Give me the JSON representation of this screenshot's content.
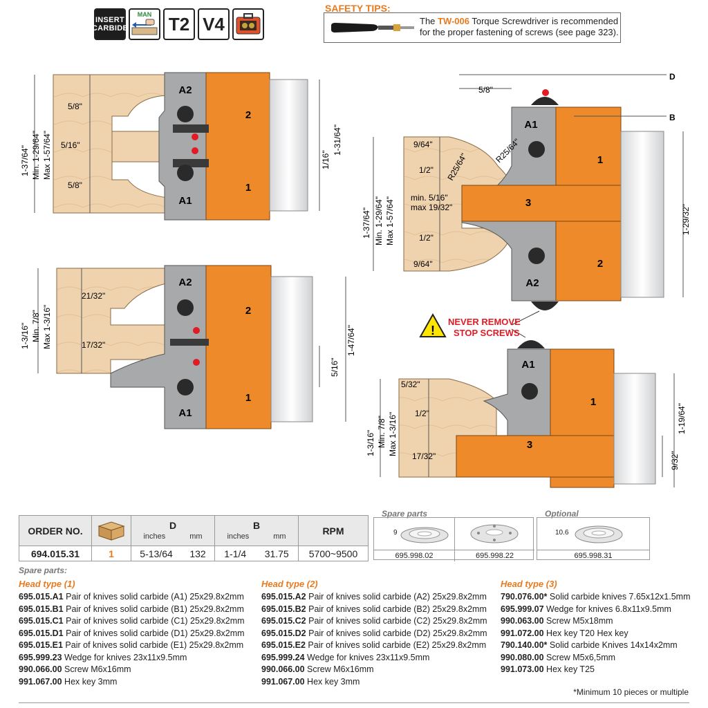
{
  "badges": {
    "insert_line1": "INSERT",
    "insert_line2": "CARBIDE",
    "man": "MAN",
    "t2": "T2",
    "v4": "V4"
  },
  "safety": {
    "title": "SAFETY TIPS:",
    "text_pre": "The ",
    "text_highlight": "TW-006",
    "text_post": " Torque Screwdriver is recommended for the proper fastening of screws (see page 323)."
  },
  "warning": {
    "line1": "NEVER REMOVE",
    "line2": "STOP SCREWS"
  },
  "diagram1": {
    "labels": [
      "A2",
      "2",
      "1",
      "A1"
    ],
    "dims": [
      "5/8\"",
      "5/16\"",
      "5/8\"",
      "1-37/64\"",
      "Min. 1-29/64\"",
      "Max 1-57/64\"",
      "1-31/64\"",
      "1/16\""
    ]
  },
  "diagram2": {
    "labels": [
      "A2",
      "2",
      "1",
      "A1"
    ],
    "dims": [
      "21/32\"",
      "17/32\"",
      "1-3/16\"",
      "Min. 7/8\"",
      "Max 1-3/16\"",
      "1-47/64\"",
      "5/16\""
    ]
  },
  "diagram3": {
    "labels": [
      "A1",
      "1",
      "3",
      "2",
      "A2"
    ],
    "dims": [
      "D",
      "5/8\"",
      "B",
      "9/64\"",
      "R25/64\"",
      "R25/64\"",
      "1/2\"",
      "min. 5/16\"",
      "max 19/32\"",
      "1/2\"",
      "9/64\"",
      "1-37/64\"",
      "Min. 1-29/64\"",
      "Max 1-57/64\"",
      "1-29/32\""
    ]
  },
  "diagram4": {
    "labels": [
      "A1",
      "1",
      "3"
    ],
    "dims": [
      "5/32\"",
      "1/2\"",
      "17/32\"",
      "1-3/16\"",
      "Min. 7/8\"",
      "Max 1-3/16\"",
      "1-19/64\"",
      "9/32\""
    ]
  },
  "order_table": {
    "header_order": "ORDER NO.",
    "header_d": "D",
    "header_b": "B",
    "header_rpm": "RPM",
    "unit_inches": "inches",
    "unit_mm": "mm",
    "row": {
      "order_no": "694.015.31",
      "qty": "1",
      "d_in": "5-13/64",
      "d_mm": "132",
      "b_in": "1-1/4",
      "b_mm": "31.75",
      "rpm": "5700~9500"
    }
  },
  "spare_boxes": {
    "spare_title": "Spare parts",
    "optional_title": "Optional",
    "p1_dim": "9",
    "p1_code": "695.998.02",
    "p2_code": "695.998.22",
    "p3_dim": "10.6",
    "p3_code": "695.998.31"
  },
  "spare_parts_label": "Spare parts:",
  "head1": {
    "title": "Head type (1)",
    "items": [
      {
        "code": "695.015.A1",
        "desc": "Pair of knives solid carbide (A1) 25x29.8x2mm"
      },
      {
        "code": "695.015.B1",
        "desc": "Pair of knives solid carbide (B1) 25x29.8x2mm"
      },
      {
        "code": "695.015.C1",
        "desc": "Pair of knives solid carbide (C1) 25x29.8x2mm"
      },
      {
        "code": "695.015.D1",
        "desc": "Pair of knives solid carbide (D1) 25x29.8x2mm"
      },
      {
        "code": "695.015.E1",
        "desc": "Pair of knives solid carbide (E1) 25x29.8x2mm"
      },
      {
        "code": "695.999.23",
        "desc": "Wedge for knives 23x11x9.5mm"
      },
      {
        "code": "990.066.00",
        "desc": "Screw M6x16mm"
      },
      {
        "code": "991.067.00",
        "desc": "Hex key 3mm"
      }
    ]
  },
  "head2": {
    "title": "Head type (2)",
    "items": [
      {
        "code": "695.015.A2",
        "desc": "Pair of knives solid carbide (A2) 25x29.8x2mm"
      },
      {
        "code": "695.015.B2",
        "desc": "Pair of knives solid carbide (B2) 25x29.8x2mm"
      },
      {
        "code": "695.015.C2",
        "desc": "Pair of knives solid carbide (C2) 25x29.8x2mm"
      },
      {
        "code": "695.015.D2",
        "desc": "Pair of knives solid carbide (D2) 25x29.8x2mm"
      },
      {
        "code": "695.015.E2",
        "desc": "Pair of knives solid carbide (E2) 25x29.8x2mm"
      },
      {
        "code": "695.999.24",
        "desc": "Wedge for knives 23x11x9.5mm"
      },
      {
        "code": "990.066.00",
        "desc": "Screw M6x16mm"
      },
      {
        "code": "991.067.00",
        "desc": "Hex key 3mm"
      }
    ]
  },
  "head3": {
    "title": "Head type (3)",
    "items": [
      {
        "code": "790.076.00*",
        "desc": "Solid carbide knives 7.65x12x1.5mm"
      },
      {
        "code": "695.999.07",
        "desc": "Wedge for knives 6.8x11x9.5mm"
      },
      {
        "code": "990.063.00",
        "desc": "Screw M5x18mm"
      },
      {
        "code": "991.072.00",
        "desc": "Hex key T20 Hex key"
      },
      {
        "code": "790.140.00*",
        "desc": "Solid carbide Knives 14x14x2mm"
      },
      {
        "code": "990.080.00",
        "desc": "Screw M5x6,5mm"
      },
      {
        "code": "991.073.00",
        "desc": "Hex key T25"
      }
    ]
  },
  "footnote": "*Minimum 10 pieces or multiple",
  "colors": {
    "orange": "#ef8a2a",
    "grey": "#a8a9ab",
    "wood": "#efd3ae",
    "red": "#e01b24"
  }
}
